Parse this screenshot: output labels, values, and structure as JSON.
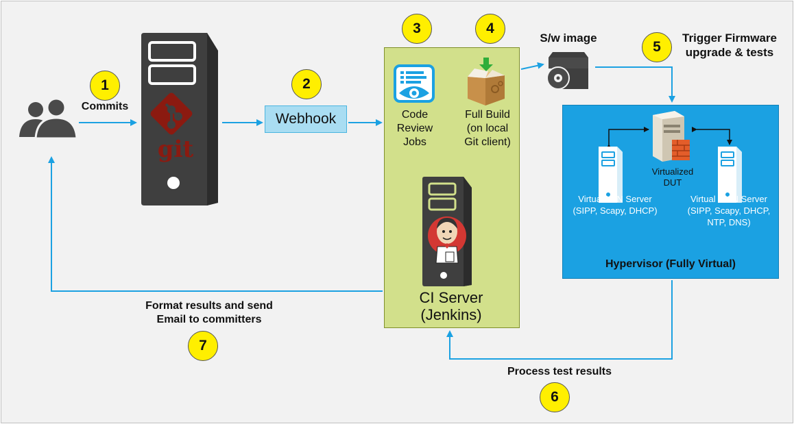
{
  "steps": {
    "s1": "1",
    "s2": "2",
    "s3": "3",
    "s4": "4",
    "s5": "5",
    "s6": "6",
    "s7": "7"
  },
  "labels": {
    "commits": "Commits",
    "webhook": "Webhook",
    "code_review": "Code\nReview\nJobs",
    "full_build": "Full Build\n(on local\nGit client)",
    "sw_image": "S/w image",
    "trigger": "Trigger Firmware\nupgrade & tests",
    "virtualized_dut": "Virtualized\nDUT",
    "lan_server": "Virtual LAN Server\n(SIPP, Scapy, DHCP)",
    "wan_server": "Virtual WAN Server\n(SIPP, Scapy, DHCP,\nNTP, DNS)",
    "hypervisor": "Hypervisor (Fully Virtual)",
    "ci_server": "CI Server\n(Jenkins)",
    "format_results": "Format results and send\nEmail to committers",
    "process_results": "Process test results",
    "git_logo": "git"
  },
  "colors": {
    "arrow": "#1ba1e2",
    "badge": "#ffef00",
    "ci_box": "#d2e08b",
    "hypervisor": "#1ba1e2",
    "server_dark": "#3f3f3f",
    "git_red": "#8b1a10"
  }
}
